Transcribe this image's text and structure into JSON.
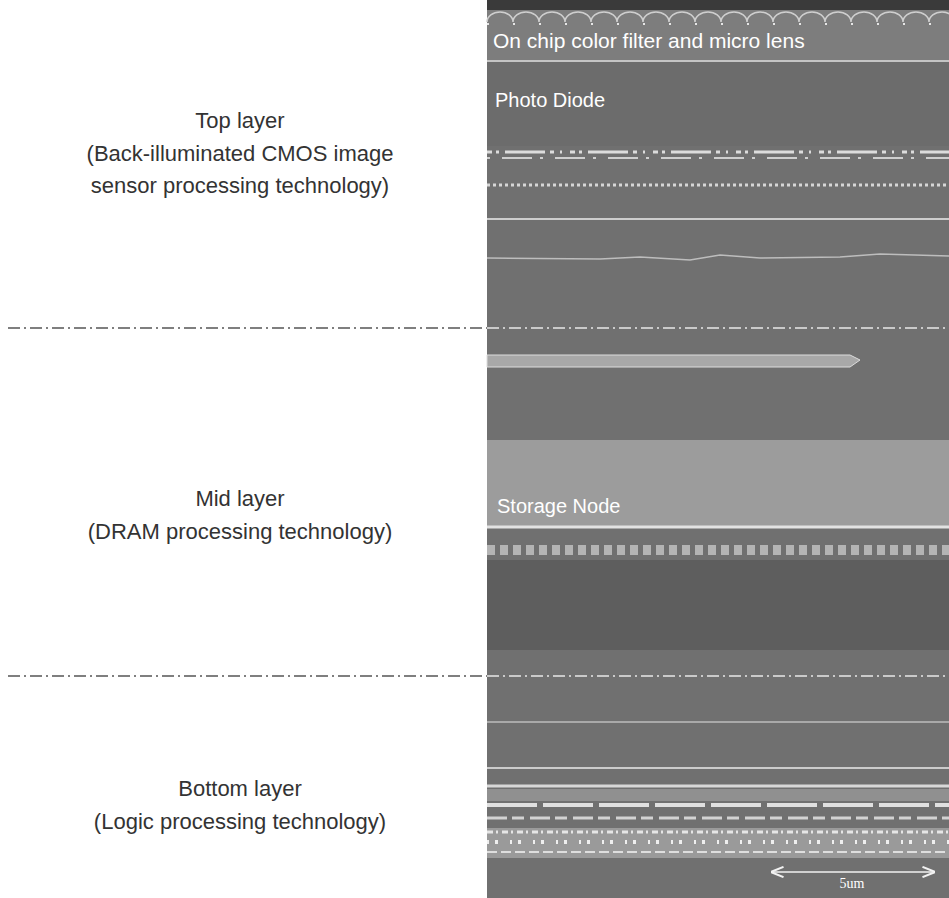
{
  "diagram": {
    "labels": [
      "On chip color filter and micro lens",
      "Top layer",
      "(Back-illuminated CMOS image sensor processing technology)",
      "Photo Diode",
      "Mid layer",
      "(DRAM processing technology)",
      "Storage Node",
      "Bottom layer",
      "(Logic processing technology)",
      "5um"
    ]
  }
}
